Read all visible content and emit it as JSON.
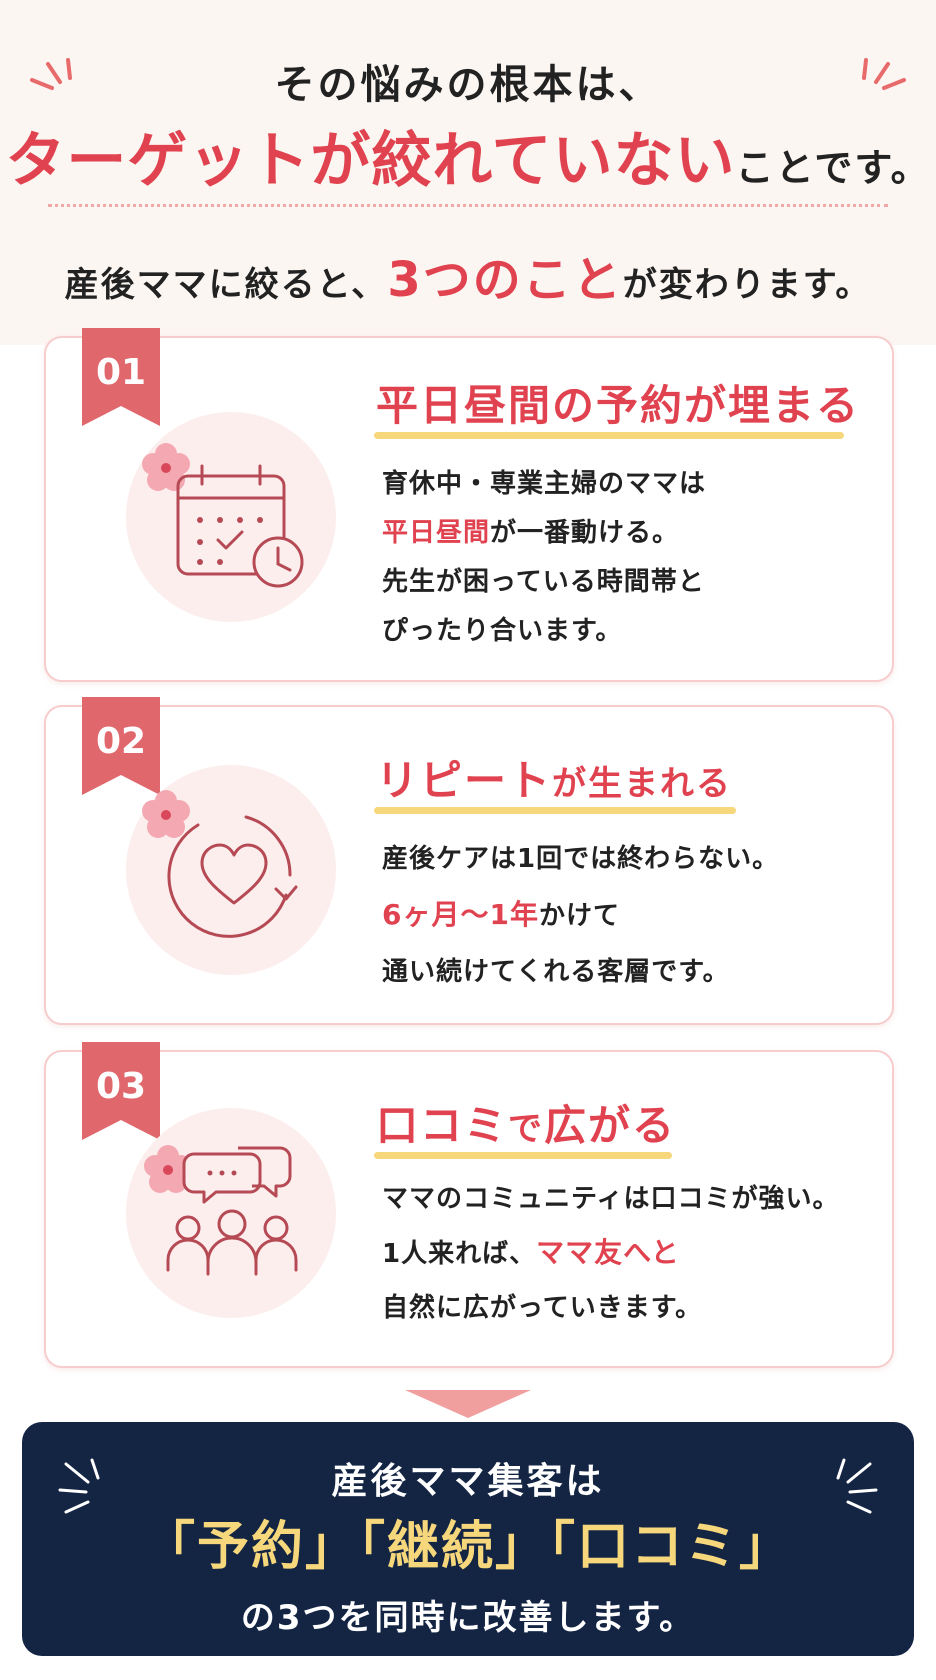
{
  "header": {
    "line1": "その悩みの根本は、",
    "line2_accent": "ターゲットが絞れていない",
    "line2_rest": "ことです。",
    "line3_pre": "産後ママに絞ると、",
    "line3_accent": "3つのこと",
    "line3_post": "が変わります。"
  },
  "cards": [
    {
      "num": "01",
      "title": "平日昼間の予約が埋まる",
      "icon": "calendar-clock-icon",
      "body_line1": "育休中・専業主婦のママは",
      "body_line2_accent": "平日昼間",
      "body_line2_rest": "が一番動ける。",
      "body_line3": "先生が困っている時間帯と",
      "body_line4": "ぴったり合います。"
    },
    {
      "num": "02",
      "title_accent": "リピート",
      "title_rest": "が生まれる",
      "icon": "heart-cycle-icon",
      "body_line1": "産後ケアは1回では終わらない。",
      "body_line2_accent": "6ヶ月〜1年",
      "body_line2_rest": "かけて",
      "body_line3": "通い続けてくれる客層です。"
    },
    {
      "num": "03",
      "title_accent": "口コミ",
      "title_mid": "で",
      "title_rest": "広がる",
      "icon": "community-speech-icon",
      "body_line1": "ママのコミュニティは口コミが強い。",
      "body_line2_pre": "1人来れば、",
      "body_line2_accent": "ママ友へと",
      "body_line3": "自然に広がっていきます。"
    }
  ],
  "summary": {
    "line1": "産後ママ集客は",
    "line2": "「予約」「継続」「口コミ」",
    "line3": "の3つを同時に改善します。"
  },
  "colors": {
    "accent_red": "#e0434f",
    "ribbon": "#e0686c",
    "underline_yellow": "#f6d77b",
    "navy": "#142544",
    "hero_bg": "#fcf6f2"
  }
}
